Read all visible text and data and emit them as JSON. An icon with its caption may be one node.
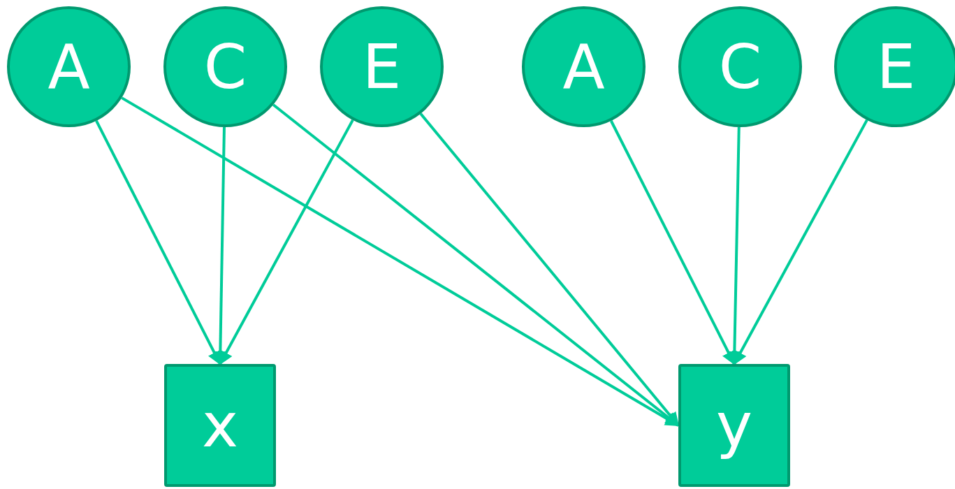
{
  "diagram": {
    "nodes": [
      {
        "text": [
          "A"
        ]
      },
      {
        "text": [
          "C"
        ]
      },
      {
        "text": [
          "E"
        ]
      },
      {
        "text": [
          "A"
        ]
      },
      {
        "text": [
          "C"
        ]
      },
      {
        "text": [
          "E"
        ]
      },
      {
        "text": [
          "x"
        ]
      },
      {
        "text": [
          "y"
        ]
      }
    ],
    "edges": [
      {
        "from": 0,
        "to": 6,
        "arrow": "to"
      },
      {
        "from": 0,
        "to": 7,
        "arrow": "to"
      },
      {
        "from": 1,
        "to": 6,
        "arrow": "to"
      },
      {
        "from": 1,
        "to": 7,
        "arrow": "to"
      },
      {
        "from": 2,
        "to": 6,
        "arrow": "to"
      },
      {
        "from": 2,
        "to": 7,
        "arrow": "to"
      },
      {
        "from": 3,
        "to": 7,
        "arrow": "to"
      },
      {
        "from": 4,
        "to": 7,
        "arrow": "to"
      },
      {
        "from": 5,
        "to": 7,
        "arrow": "to"
      }
    ]
  }
}
